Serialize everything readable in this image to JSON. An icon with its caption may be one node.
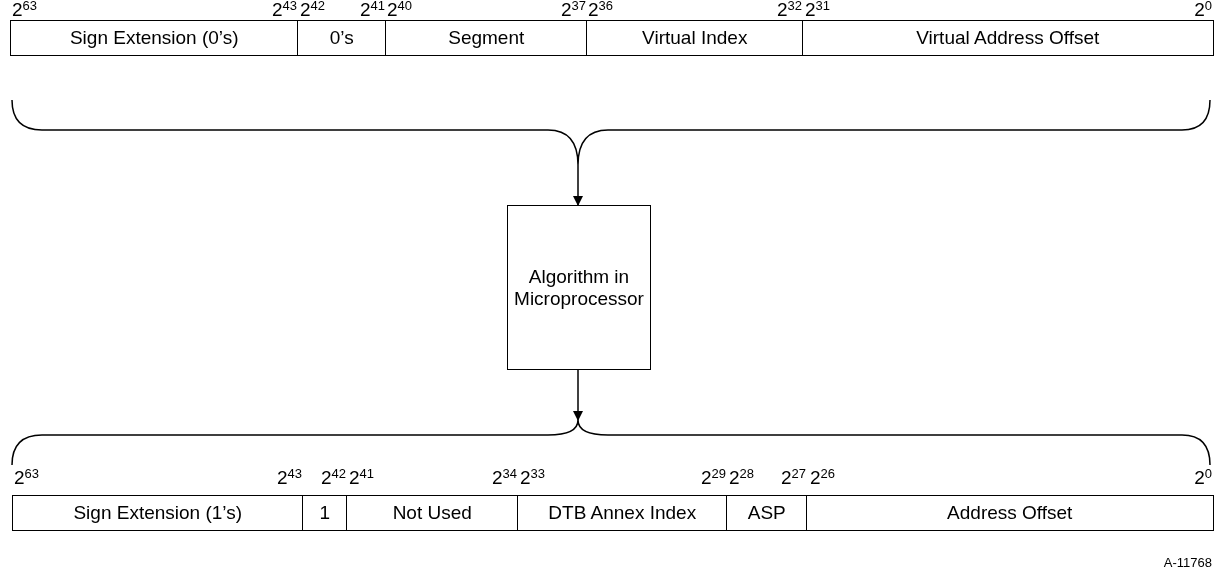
{
  "diagram": {
    "nodes": [
      {
        "text": [],
        "shape": "brace"
      },
      {
        "text": [
          "Sign Extension (0’s)"
        ],
        "in": 0
      },
      {
        "text": [
          "0’s"
        ],
        "in": 0
      },
      {
        "text": [
          "Segment"
        ],
        "in": 0
      },
      {
        "text": [
          "Virtual Index"
        ],
        "in": 0
      },
      {
        "text": [
          "Virtual Address Offset"
        ],
        "in": 0
      },
      {
        "text": [
          "Algorithm in Microprocessor"
        ]
      },
      {
        "text": [],
        "shape": "brace"
      },
      {
        "text": [
          "Sign Extension (1’s)"
        ],
        "in": 7
      },
      {
        "text": [
          "1"
        ],
        "in": 7
      },
      {
        "text": [
          "Not Used"
        ],
        "in": 7
      },
      {
        "text": [
          "DTB Annex Index"
        ],
        "in": 7
      },
      {
        "text": [
          "ASP"
        ],
        "in": 7
      },
      {
        "text": [
          "Address Offset"
        ],
        "in": 7
      }
    ],
    "edges": [
      {
        "from": 0,
        "to": 6,
        "arrow": "to"
      },
      {
        "from": 6,
        "to": 7,
        "arrow": "to"
      }
    ],
    "labels": [
      "2$^{63}$",
      "2$^{43}$",
      "2$^{42}$",
      "2$^{41}$",
      "2$^{40}$",
      "2$^{37}$",
      "2$^{36}$",
      "2$^{32}$",
      "2$^{31}$",
      "2$^{0}$",
      "2$^{63}$",
      "2$^{43}$",
      "2$^{42}$",
      "2$^{41}$",
      "2$^{34}$",
      "2$^{33}$",
      "2$^{29}$",
      "2$^{28}$",
      "2$^{27}$",
      "2$^{26}$",
      "2$^{0}$",
      "A-11768"
    ]
  }
}
